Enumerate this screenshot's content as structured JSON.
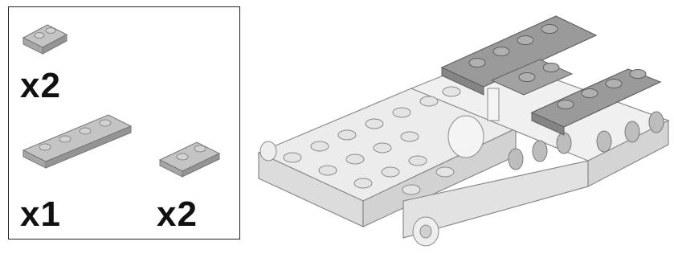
{
  "parts_list": {
    "items": [
      {
        "part": "plate-1x2",
        "quantity": "x2"
      },
      {
        "part": "plate-1x4",
        "quantity": "x1"
      },
      {
        "part": "plate-1x2",
        "quantity": "x2"
      }
    ]
  },
  "colors": {
    "plate_light_gray": "#b4b4b4",
    "plate_dark_gray": "#8e8e8e",
    "model_light": "#e6e6e6",
    "outline": "#6f6f6f",
    "box_border": "#222222"
  }
}
